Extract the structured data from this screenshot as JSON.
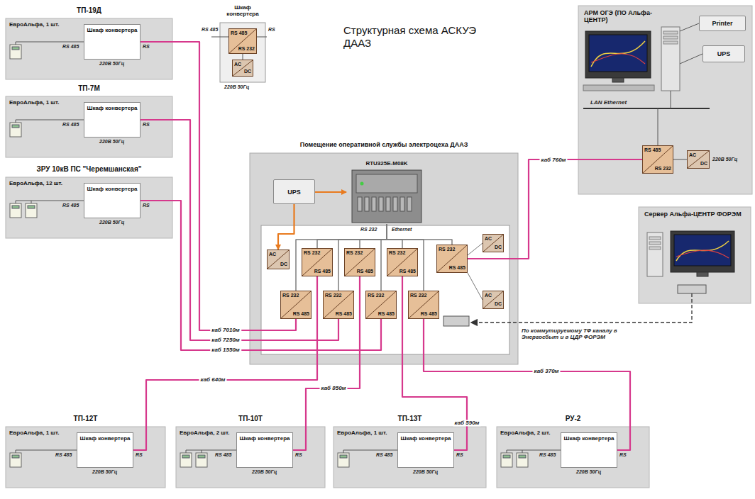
{
  "diagram": {
    "title": "Структурная схема АСКУЭ ДААЗ",
    "nodes": [
      {
        "text": [
          "ТП-19Д",
          "ЕвроАльфа, 1 шт."
        ]
      },
      {
        "text": [
          "Шкаф конвертера"
        ],
        "in": 0
      },
      {
        "text": [
          "Шкаф конвертера"
        ]
      },
      {
        "text": [
          "RS 485",
          "RS 232"
        ],
        "in": 2
      },
      {
        "text": [
          "AC",
          "DC"
        ],
        "in": 2
      },
      {
        "text": [
          "ТП-7М",
          "ЕвроАльфа, 1 шт."
        ]
      },
      {
        "text": [
          "Шкаф конвертера"
        ],
        "in": 5
      },
      {
        "text": [
          "ЗРУ 10кВ ПС \"Черемшанская\"",
          "ЕвроАльфа, 12 шт."
        ]
      },
      {
        "text": [
          "Шкаф конвертера"
        ],
        "in": 7
      },
      {
        "text": [
          "Помещение оперативной службы электроцеха ДААЗ"
        ]
      },
      {
        "text": [
          "RTU325E-M08K"
        ],
        "in": 9
      },
      {
        "text": [
          "UPS"
        ],
        "in": 9
      },
      {
        "text": [
          "AC",
          "DC"
        ],
        "in": 9
      },
      {
        "text": [
          "RS 232",
          "RS 485"
        ],
        "in": 9
      },
      {
        "text": [
          "RS 232",
          "RS 485"
        ],
        "in": 9
      },
      {
        "text": [
          "RS 232",
          "RS 485"
        ],
        "in": 9
      },
      {
        "text": [
          "RS 232",
          "RS 485"
        ],
        "in": 9
      },
      {
        "text": [
          "AC",
          "DC"
        ],
        "in": 9
      },
      {
        "text": [
          "RS 232",
          "RS 485"
        ],
        "in": 9
      },
      {
        "text": [
          "RS 232",
          "RS 485"
        ],
        "in": 9
      },
      {
        "text": [
          "RS 232",
          "RS 485"
        ],
        "in": 9
      },
      {
        "text": [
          "RS 232",
          "RS 485"
        ],
        "in": 9
      },
      {
        "text": [
          "AC",
          "DC"
        ],
        "in": 9
      },
      {
        "text": [
          "АРМ ОГЭ (ПО Альфа-ЦЕНТР)"
        ]
      },
      {
        "text": [
          "Printer"
        ],
        "in": 23
      },
      {
        "text": [
          "UPS"
        ],
        "in": 23
      },
      {
        "text": [
          "RS 485",
          "RS 232"
        ],
        "in": 23
      },
      {
        "text": [
          "AC",
          "DC"
        ],
        "in": 23
      },
      {
        "text": [
          "Сервер Альфа-ЦЕНТР ФОРЭМ"
        ]
      },
      {
        "text": [
          "ТП-12Т",
          "ЕвроАльфа, 1 шт."
        ]
      },
      {
        "text": [
          "Шкаф конвертера"
        ],
        "in": 29
      },
      {
        "text": [
          "ТП-10Т",
          "ЕвроАльфа, 2 шт."
        ]
      },
      {
        "text": [
          "Шкаф конвертера"
        ],
        "in": 31
      },
      {
        "text": [
          "ТП-13Т",
          "ЕвроАльфа, 1 шт."
        ]
      },
      {
        "text": [
          "Шкаф конвертера"
        ],
        "in": 33
      },
      {
        "text": [
          "РУ-2",
          "ЕвроАльфа, 2 шт."
        ]
      },
      {
        "text": [
          "Шкаф конвертера"
        ],
        "in": 35
      }
    ],
    "edges": [
      {
        "from": 1,
        "to": 18,
        "arrow": "none",
        "label": "каб 7010м"
      },
      {
        "from": 6,
        "to": 19,
        "arrow": "none",
        "label": "каб 7250м"
      },
      {
        "from": 8,
        "to": 20,
        "arrow": "none",
        "label": "каб 1550м"
      },
      {
        "from": 30,
        "to": 13,
        "arrow": "none",
        "label": "каб 640м"
      },
      {
        "from": 32,
        "to": 14,
        "arrow": "none",
        "label": "каб 850м"
      },
      {
        "from": 34,
        "to": 15,
        "arrow": "none",
        "label": "каб 590м"
      },
      {
        "from": 36,
        "to": 21,
        "arrow": "none",
        "label": "каб 370м"
      },
      {
        "from": 16,
        "to": 26,
        "arrow": "none",
        "label": "каб 760м"
      },
      {
        "from": 11,
        "to": 10,
        "arrow": "to"
      },
      {
        "from": 11,
        "to": 12,
        "arrow": "to"
      },
      {
        "from": 10,
        "to": 13,
        "arrow": "none"
      },
      {
        "from": 10,
        "to": 14,
        "arrow": "none"
      },
      {
        "from": 10,
        "to": 15,
        "arrow": "none"
      },
      {
        "from": 10,
        "to": 16,
        "arrow": "none"
      },
      {
        "from": 10,
        "to": 18,
        "arrow": "none"
      },
      {
        "from": 10,
        "to": 19,
        "arrow": "none"
      },
      {
        "from": 10,
        "to": 20,
        "arrow": "none"
      },
      {
        "from": 10,
        "to": 21,
        "arrow": "none"
      }
    ],
    "labels": [
      "RS 485",
      "RS",
      "220В 50Гц",
      "RS 485",
      "RS",
      "220В 50Гц",
      "RS 485",
      "RS",
      "220В 50Гц",
      "RS 485",
      "RS",
      "220В 50Гц",
      "RS 485",
      "RS",
      "220В 50Гц",
      "RS 485",
      "RS",
      "220В 50Гц",
      "RS 485",
      "RS",
      "220В 50Гц",
      "RS 485",
      "RS",
      "220В 50Гц",
      "RS 232",
      "Ethernet",
      "LAN Ethernet",
      "220В 50Гц",
      "По коммутируемому ТФ каналу в Энергосбыт и в ЦДР ФОРЭМ"
    ]
  }
}
